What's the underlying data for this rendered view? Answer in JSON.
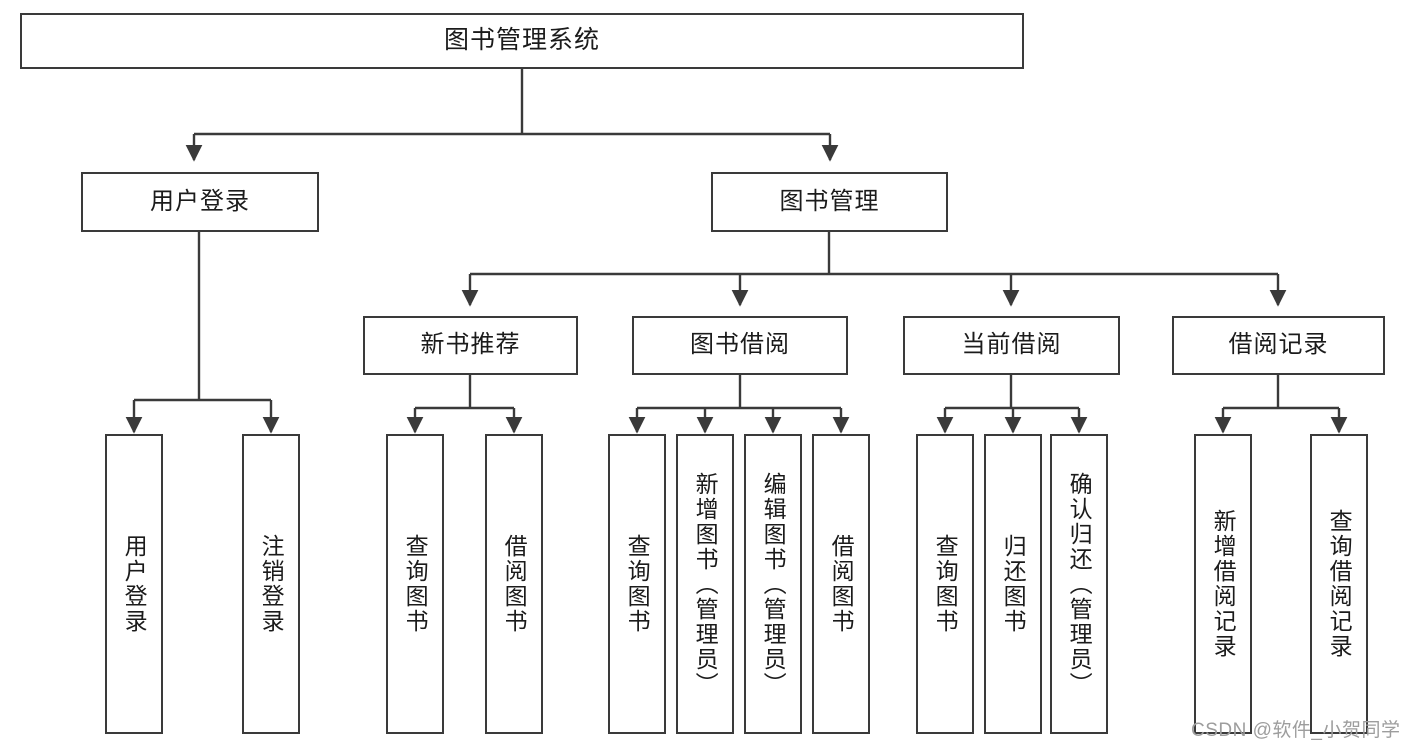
{
  "diagram": {
    "title": "图书管理系统",
    "type": "tree-hierarchy-diagram",
    "root": {
      "label": "图书管理系统"
    },
    "level2": [
      {
        "label": "用户登录"
      },
      {
        "label": "图书管理"
      }
    ],
    "level3": [
      {
        "label": "新书推荐"
      },
      {
        "label": "图书借阅"
      },
      {
        "label": "当前借阅"
      },
      {
        "label": "借阅记录"
      }
    ],
    "leaves": {
      "user_login": [
        {
          "label": "用户登录"
        },
        {
          "label": "注销登录"
        }
      ],
      "new_book_recommend": [
        {
          "label": "查询图书"
        },
        {
          "label": "借阅图书"
        }
      ],
      "book_borrow": [
        {
          "label": "查询图书"
        },
        {
          "label": "新增图书（管理员）"
        },
        {
          "label": "编辑图书（管理员）"
        },
        {
          "label": "借阅图书"
        }
      ],
      "current_borrow": [
        {
          "label": "查询图书"
        },
        {
          "label": "归还图书"
        },
        {
          "label": "确认归还（管理员）"
        }
      ],
      "borrow_record": [
        {
          "label": "新增借阅记录"
        },
        {
          "label": "查询借阅记录"
        }
      ]
    }
  },
  "watermark": {
    "text": "CSDN @软件_小贺同学"
  },
  "colors": {
    "stroke": "#3a3a3a",
    "text": "#1b1b1b",
    "background": "#ffffff",
    "watermark": "#9d9d9d"
  }
}
